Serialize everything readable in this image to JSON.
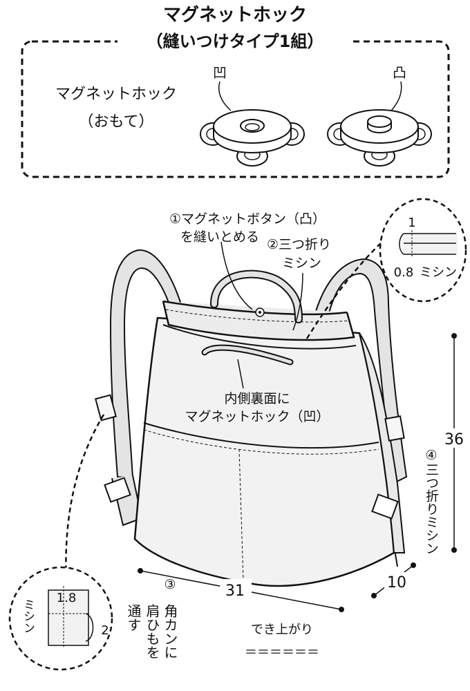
{
  "header": {
    "title": "マグネットホック",
    "subtitle": "（縫いつけタイプ1組）"
  },
  "inset_magnet": {
    "label_line1": "マグネットホック",
    "label_line2": "（おもて）",
    "concave_symbol": "凹",
    "convex_symbol": "凸"
  },
  "annotations": {
    "step1_line1": "①マグネットボタン（凸）",
    "step1_line2": "を縫いとめる",
    "step2_line1": "②三つ折り",
    "step2_line2": "ミシン",
    "inside_line1": "内側裏面に",
    "inside_line2": "マグネットホック（凹）",
    "step3_num": "③",
    "step3_col1": "角カンに",
    "step3_col2": "肩ひもを",
    "step3_col3": "通す",
    "step4": "④三つ折りミシン",
    "finished_label": "でき上がり",
    "finished_line": "＝＝＝＝＝＝"
  },
  "dimensions": {
    "width": "31",
    "depth": "10",
    "height": "36"
  },
  "detail_top": {
    "value1": "1",
    "value2": "0.8",
    "label": "ミシン"
  },
  "detail_bottom": {
    "value1": "1.8",
    "value2": "2",
    "label": "ミシン"
  }
}
